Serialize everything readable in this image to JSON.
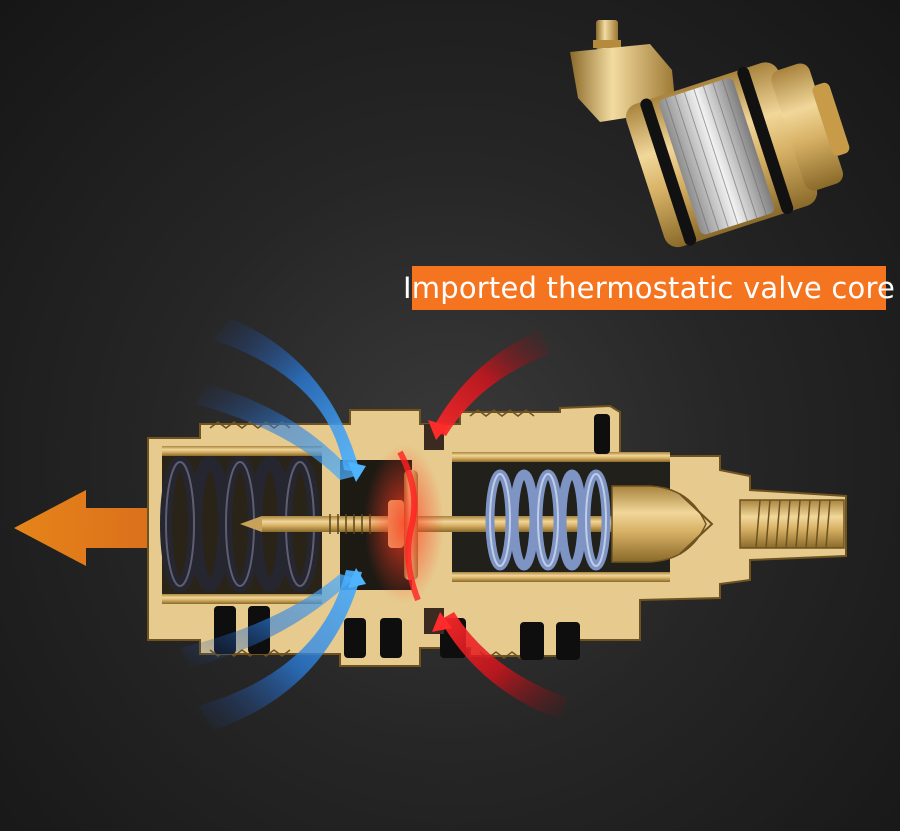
{
  "caption": {
    "text": "Imported thermostatic valve core",
    "background": "#f5741f",
    "text_color": "#ffffff"
  },
  "colors": {
    "brass": "#d9b66a",
    "brass_dark": "#7a5a20",
    "spring": "#2b2b33",
    "spring_blue": "#6e8fc8",
    "cold_flow": "#2a8ee6",
    "hot_flow": "#e0141e",
    "mixed_flow": "#f07a18",
    "background": "#262626"
  },
  "illustration": {
    "subject": "thermostatic-valve-cutaway",
    "inset_subject": "valve-core-product-photo"
  }
}
